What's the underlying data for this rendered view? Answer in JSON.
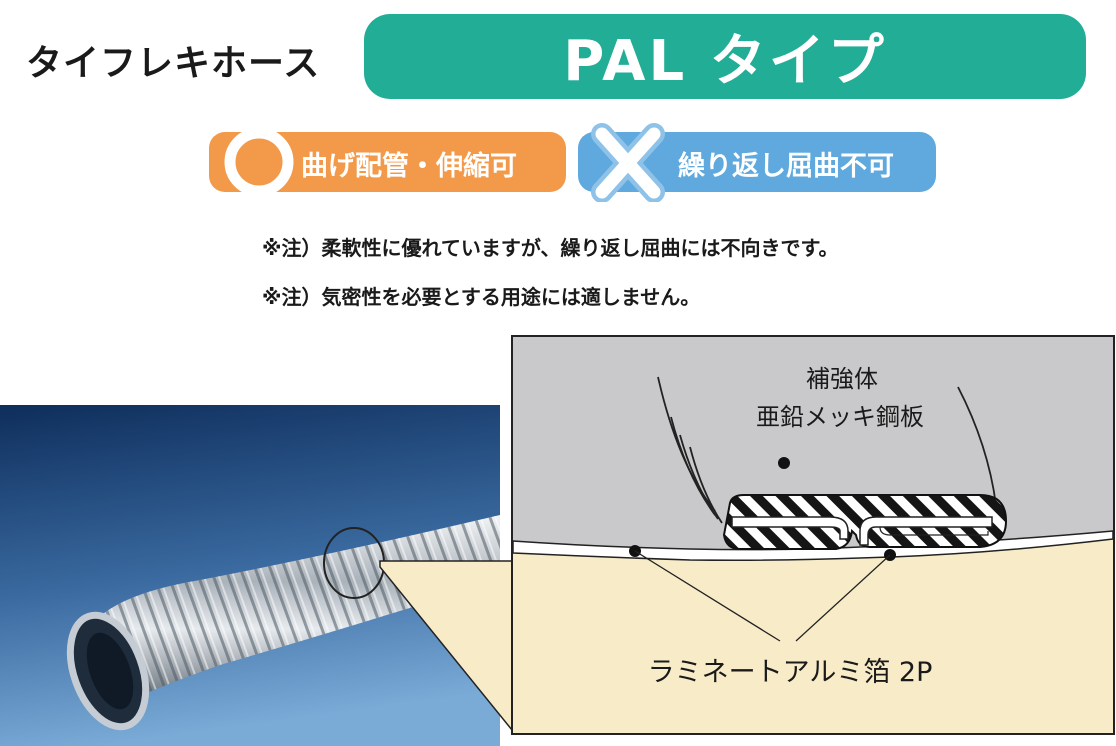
{
  "header": {
    "product_name": "タイフレキホース",
    "type_title": "PAL タイプ"
  },
  "badges": {
    "allowed": {
      "label": "曲げ配管・伸縮可",
      "icon": "circle-ok-icon",
      "color": "#f39a4a"
    },
    "not_allowed": {
      "label": "繰り返し屈曲不可",
      "icon": "cross-ng-icon",
      "color": "#5fa9de"
    }
  },
  "notes": [
    "※注）柔軟性に優れていますが、繰り返し屈曲には不向きです。",
    "※注）気密性を必要とする用途には適しません。"
  ],
  "diagram": {
    "reinforcement_line1": "補強体",
    "reinforcement_line2": "亜鉛メッキ鋼板",
    "laminate_label": "ラミネートアルミ箔 2P"
  },
  "colors": {
    "accent_green": "#21ad96",
    "diagram_gray": "#c9c9cb",
    "diagram_beige": "#f8ecc8"
  }
}
